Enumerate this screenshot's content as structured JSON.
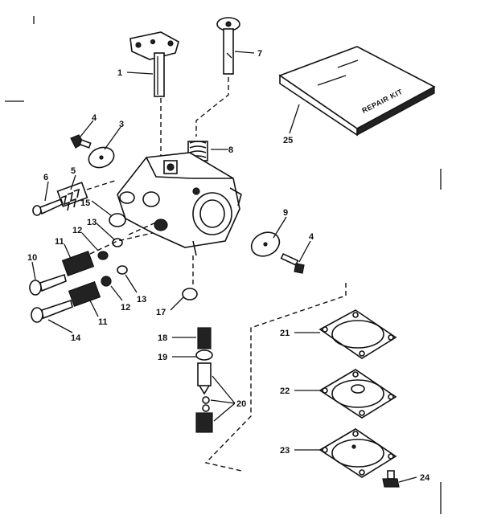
{
  "repair_kit": {
    "text": "REPAIR KIT"
  },
  "callouts": [
    {
      "id": "c1",
      "text": "1"
    },
    {
      "id": "c7",
      "text": "7"
    },
    {
      "id": "c25",
      "text": "25"
    },
    {
      "id": "c4a",
      "text": "4"
    },
    {
      "id": "c3",
      "text": "3"
    },
    {
      "id": "c8a",
      "text": "8"
    },
    {
      "id": "c6",
      "text": "6"
    },
    {
      "id": "c5",
      "text": "5"
    },
    {
      "id": "c15",
      "text": "15"
    },
    {
      "id": "c13a",
      "text": "13"
    },
    {
      "id": "c12a",
      "text": "12"
    },
    {
      "id": "c11a",
      "text": "11"
    },
    {
      "id": "c10",
      "text": "10"
    },
    {
      "id": "c9",
      "text": "9"
    },
    {
      "id": "c4b",
      "text": "4"
    },
    {
      "id": "c13b",
      "text": "13"
    },
    {
      "id": "c12b",
      "text": "12"
    },
    {
      "id": "c11b",
      "text": "11"
    },
    {
      "id": "c14",
      "text": "14"
    },
    {
      "id": "c17",
      "text": "17"
    },
    {
      "id": "c18",
      "text": "18"
    },
    {
      "id": "c19",
      "text": "19"
    },
    {
      "id": "c20",
      "text": "20"
    },
    {
      "id": "c21",
      "text": "21"
    },
    {
      "id": "c22",
      "text": "22"
    },
    {
      "id": "c23",
      "text": "23"
    },
    {
      "id": "c24",
      "text": "24"
    }
  ]
}
